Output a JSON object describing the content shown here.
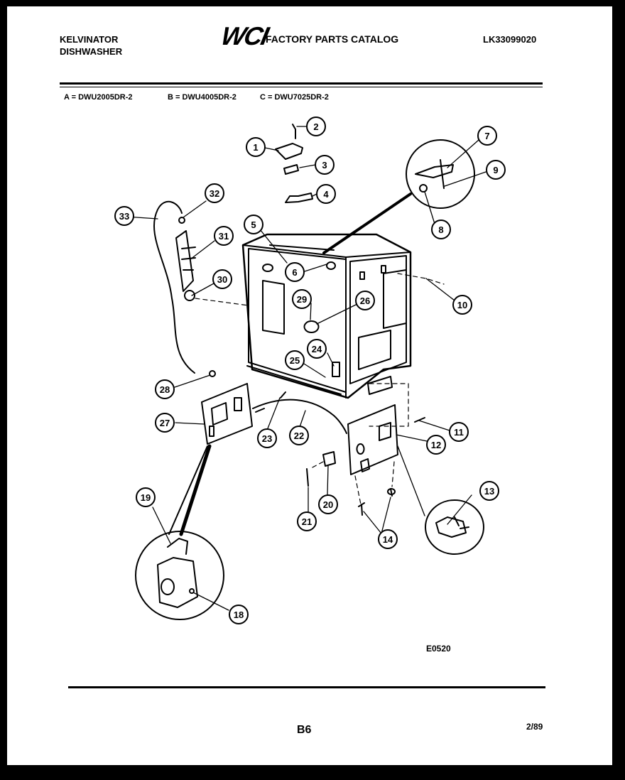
{
  "header": {
    "brand_line1": "KELVINATOR",
    "brand_line2": "DISHWASHER",
    "logo_text": "WCI",
    "catalog_title": "FACTORY PARTS CATALOG",
    "catalog_number": "LK33099020"
  },
  "models": {
    "a": "A = DWU2005DR-2",
    "b": "B = DWU4005DR-2",
    "c": "C = DWU7025DR-2"
  },
  "diagram": {
    "callouts": [
      "1",
      "2",
      "3",
      "4",
      "5",
      "6",
      "7",
      "8",
      "9",
      "10",
      "11",
      "12",
      "13",
      "14",
      "18",
      "19",
      "20",
      "21",
      "22",
      "23",
      "24",
      "25",
      "26",
      "27",
      "28",
      "29",
      "30",
      "31",
      "32",
      "33"
    ],
    "figure_code": "E0520"
  },
  "footer": {
    "page": "B6",
    "date": "2/89"
  }
}
